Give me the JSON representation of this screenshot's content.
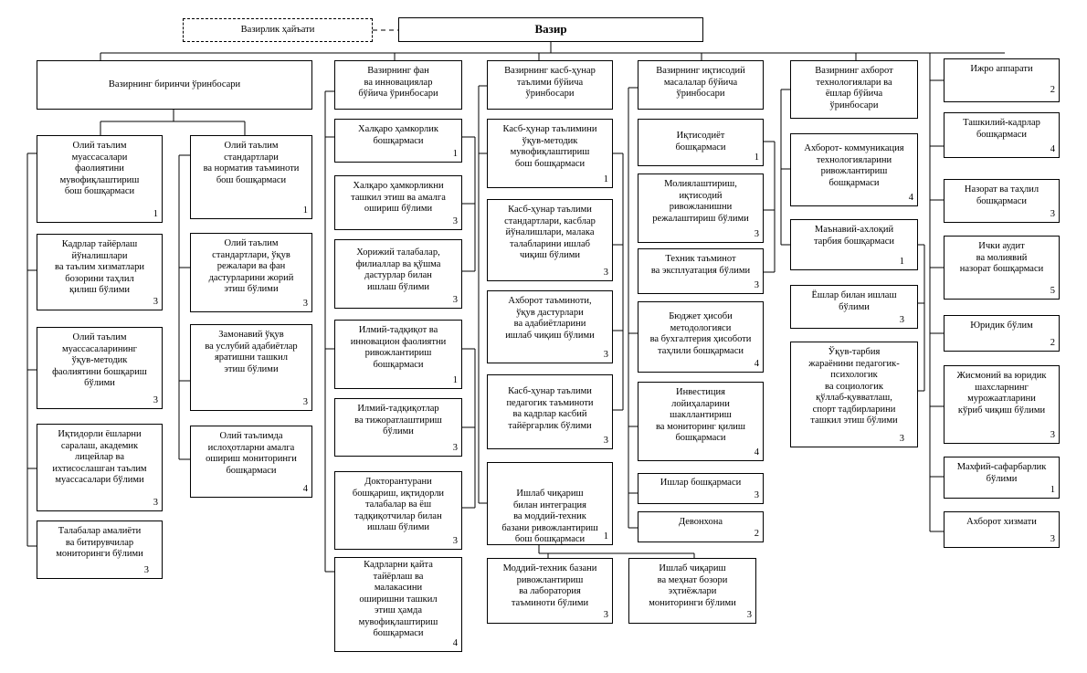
{
  "top": {
    "minister": "Вазир",
    "board": "Вазирлик ҳайъати"
  },
  "deputies": {
    "first": "Вазирнинг биринчи ўринбосари",
    "science": "Вазирнинг фан\nва инновациялар\nбўйича ўринбосари",
    "vocational": "Вазирнинг касб-ҳунар\nтаълими бўйича\nўринбосари",
    "economic": "Вазирнинг иқтисодий\nмасалалар бўйича\nўринбосари",
    "it": "Вазирнинг ахборот\nтехнологиялари ва\nёшлар бўйича\nўринбосари"
  },
  "first_deputy_left": [
    {
      "text": "Олий таълим\nмуассасалари\nфаолиятини\nмувофиқлаштириш\nбош бошқармаси",
      "num": "1"
    },
    {
      "text": "Кадрлар тайёрлаш\nйўналишлари\nва таълим хизматлари\nбозорини таҳлил\nқилиш бўлими",
      "num": "3"
    },
    {
      "text": "Олий таълим\nмуассасаларининг\nўқув-методик\nфаолиятини бошқариш\nбўлими",
      "num": "3"
    },
    {
      "text": "Иқтидорли ёшларни\nсаралаш, академик\nлицейлар ва\nихтисослашган таълим\nмуассасалари бўлими",
      "num": "3"
    },
    {
      "text": "Талабалар амалиёти\nва битирувчилар\nмониторинги бўлими",
      "num": "3"
    }
  ],
  "first_deputy_right": [
    {
      "text": "Олий таълим\nстандартлари\nва норматив таъминоти\nбош бошқармаси",
      "num": "1"
    },
    {
      "text": "Олий таълим\nстандартлари, ўқув\nрежалари ва фан\nдастурларини жорий\nэтиш бўлими",
      "num": "3"
    },
    {
      "text": "Замонавий ўқув\nва услубий адабиётлар\nяратишни ташкил\nэтиш бўлими",
      "num": "3"
    },
    {
      "text": "Олий таълимда\nислоҳотларни амалга\nошириш мониторинги\nбошқармаси",
      "num": "4"
    }
  ],
  "science_col": [
    {
      "text": "Халқаро ҳамкорлик\nбошқармаси",
      "num": "1"
    },
    {
      "text": "Халқаро ҳамкорликни\nташкил этиш ва амалга\nошириш бўлими",
      "num": "3"
    },
    {
      "text": "Хорижий талабалар,\nфилиаллар ва қўшма\nдастурлар билан\nишлаш бўлими",
      "num": "3"
    },
    {
      "text": "Илмий-тадқиқот ва\nинновацион фаолиятни\nривожлантириш\nбошқармаси",
      "num": "1"
    },
    {
      "text": "Илмий-тадқиқотлар\nва тижоратлаштириш\nбўлими",
      "num": "3"
    },
    {
      "text": "Докторантурани\nбошқариш, иқтидорли\nталабалар ва ёш\nтадқиқотчилар билан\nишлаш бўлими",
      "num": "3"
    },
    {
      "text": "Кадрларни қайта\nтайёрлаш ва\nмалакасини\nоширишни ташкил\nэтиш ҳамда\nмувофиқлаштириш\nбошқармаси",
      "num": "4"
    }
  ],
  "vocational_col": [
    {
      "text": "Касб-ҳунар таълимини\nўқув-методик\nмувофиқлаштириш\nбош бошқармаси",
      "num": "1"
    },
    {
      "text": "Касб-ҳунар таълими\nстандартлари, касблар\nйўналишлари, малака\nталабларини ишлаб\nчиқиш бўлими",
      "num": "3"
    },
    {
      "text": "Ахборот таъминоти,\nўқув дастурлари\nва адабиётларини\nишлаб чиқиш бўлими",
      "num": "3"
    },
    {
      "text": "Касб-ҳунар таълими\nпедагогик таъминоти\nва кадрлар касбий\nтайёргарлик бўлими",
      "num": "3"
    },
    {
      "text": "Ишлаб чиқариш\nбилан интеграция\nва моддий-техник\nбазани ривожлантириш\nбош бошқармаси",
      "num": "1"
    },
    {
      "text": "Моддий-техник базани\nривожлантириш\nва лаборатория\nтаъминоти бўлими",
      "num": "3"
    },
    {
      "text": "Ишлаб чиқариш\nва меҳнат бозори\nэҳтиёжлари\nмониторинги бўлими",
      "num": "3"
    }
  ],
  "economic_col": [
    {
      "text": "Иқтисодиёт\nбошқармаси",
      "num": "1"
    },
    {
      "text": "Молиялаштириш,\nиқтисодий\nривожланишни\nрежалаштириш бўлими",
      "num": "3"
    },
    {
      "text": "Техник таъминот\nва эксплуатация бўлими",
      "num": "3"
    },
    {
      "text": "Бюджет ҳисоби\nметодологияси\nва бухгалтерия ҳисоботи\nтаҳлили бошқармаси",
      "num": "4"
    },
    {
      "text": "Инвестиция\nлойиҳаларини\nшакллантириш\nва мониторинг қилиш\nбошқармаси",
      "num": "4"
    },
    {
      "text": "Ишлар бошқармаси",
      "num": "3"
    },
    {
      "text": "Девонхона",
      "num": "2"
    }
  ],
  "it_col": [
    {
      "text": "Ахборот- коммуникация\nтехнологияларини\nривожлантириш\nбошқармаси",
      "num": "4"
    },
    {
      "text": "Маънавий-ахлоқий\nтарбия бошқармаси",
      "num": "1"
    },
    {
      "text": "Ёшлар билан ишлаш\nбўлими",
      "num": "3"
    },
    {
      "text": "Ўқув-тарбия\nжараёнини педагогик-\nпсихологик\nва социологик\nқўллаб-қувватлаш,\nспорт тадбирларини\nташкил этиш бўлими",
      "num": "3"
    }
  ],
  "right_col": [
    {
      "text": "Ижро аппарати",
      "num": "2"
    },
    {
      "text": "Ташкилий-кадрлар\nбошқармаси",
      "num": "4"
    },
    {
      "text": "Назорат ва таҳлил\nбошқармаси",
      "num": "3"
    },
    {
      "text": "Ички аудит\nва молиявий\nназорат бошқармаси",
      "num": "5"
    },
    {
      "text": "Юридик бўлим",
      "num": "2"
    },
    {
      "text": "Жисмоний ва юридик\nшахсларнинг\nмурожаатларини\nкўриб чиқиш бўлими",
      "num": "3"
    },
    {
      "text": "Махфий-сафарбарлик\nбўлими",
      "num": "1"
    },
    {
      "text": "Ахборот хизмати",
      "num": "3"
    }
  ]
}
